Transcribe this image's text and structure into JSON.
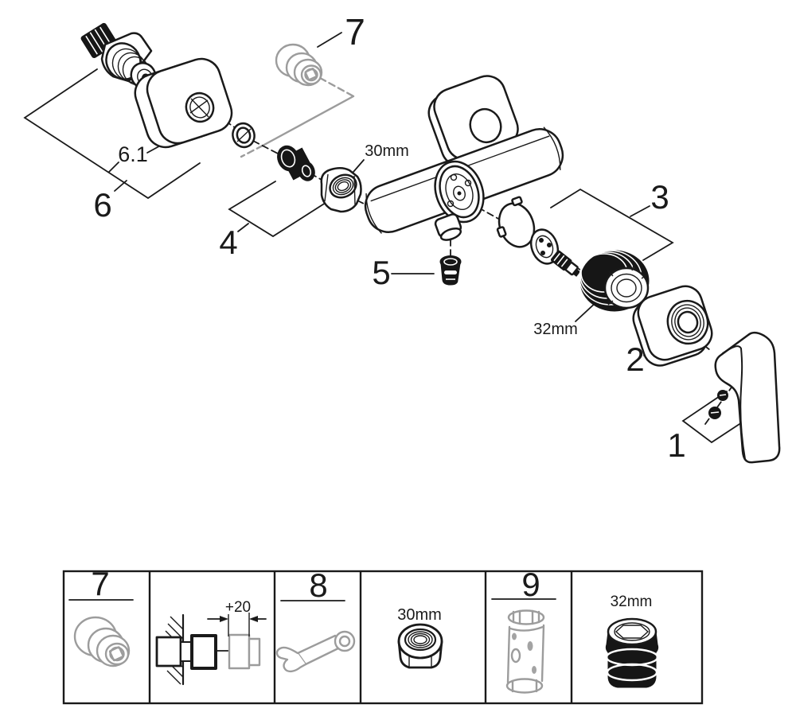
{
  "diagram": {
    "callouts": {
      "c1": "1",
      "c2": "2",
      "c3": "3",
      "c4": "4",
      "c5": "5",
      "c6": "6",
      "c6_1": "6.1",
      "c7": "7"
    },
    "dimensions": {
      "nut": "30mm",
      "ring": "32mm"
    }
  },
  "legend": {
    "cells": [
      {
        "label": "7",
        "icon": "extension-nipple-icon"
      },
      {
        "label": "+20",
        "icon": "wall-depth-diagram"
      },
      {
        "label": "8",
        "icon": "open-end-wrench-icon"
      },
      {
        "label": "30mm",
        "icon": "nut-icon"
      },
      {
        "label": "9",
        "icon": "cartridge-socket-tool-icon"
      },
      {
        "label": "32mm",
        "icon": "threaded-ring-icon"
      }
    ]
  }
}
